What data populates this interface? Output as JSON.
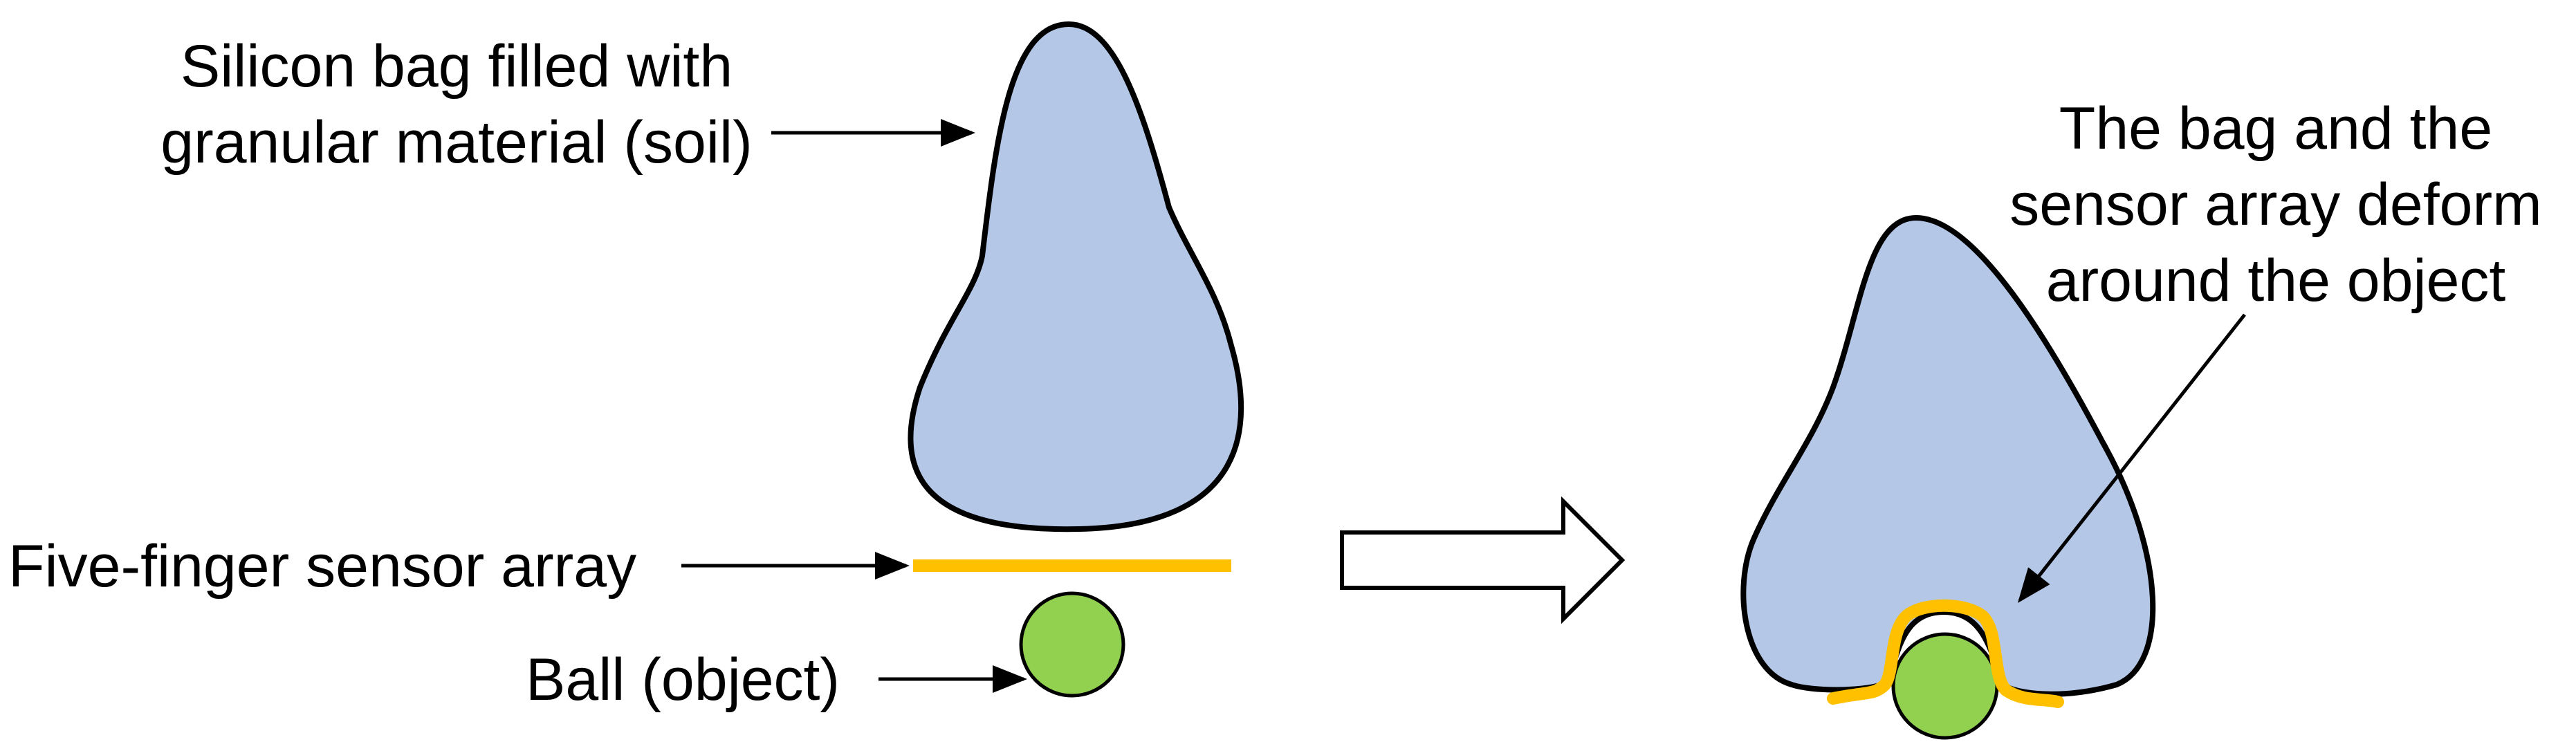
{
  "labels": {
    "bag_line1": "Silicon bag filled with",
    "bag_line2": "granular material (soil)",
    "sensor": "Five-finger sensor array",
    "ball": "Ball (object)",
    "deform_line1": "The bag and the",
    "deform_line2": "sensor array deform",
    "deform_line3": "around the object"
  },
  "colors": {
    "bag_fill": "#b4c7e7",
    "outline": "#000000",
    "sensor": "#ffc000",
    "ball": "#92d050",
    "background": "#ffffff"
  }
}
